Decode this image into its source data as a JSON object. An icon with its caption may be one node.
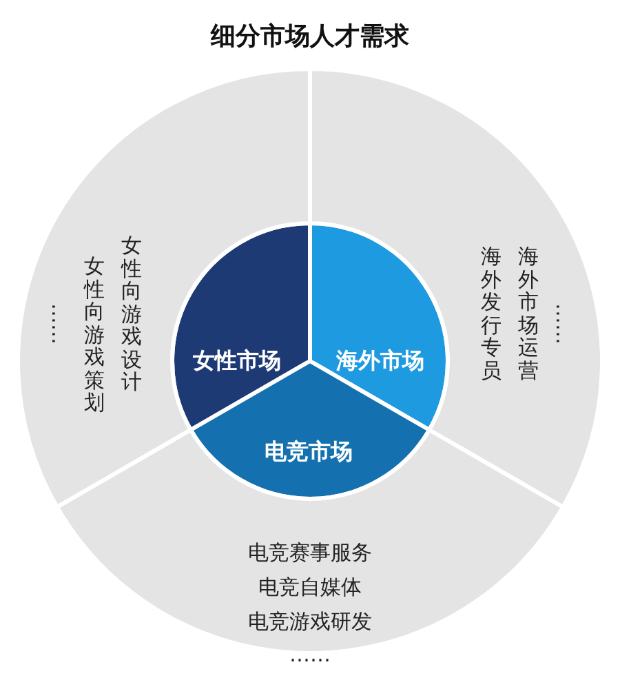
{
  "diagram": {
    "title": "细分市场人才需求",
    "nodes": [
      {
        "text": [
          "女性市场"
        ]
      },
      {
        "text": [
          "海外市场"
        ]
      },
      {
        "text": [
          "电竞市场"
        ]
      },
      {
        "text": [
          "……",
          "女性向游戏策划",
          "女性向游戏设计"
        ]
      },
      {
        "text": [
          "海外发行专员",
          "海外市场运营",
          "……"
        ]
      },
      {
        "text": [
          "电竞赛事服务",
          "电竞自媒体",
          "电竞游戏研发",
          "……"
        ]
      }
    ]
  }
}
